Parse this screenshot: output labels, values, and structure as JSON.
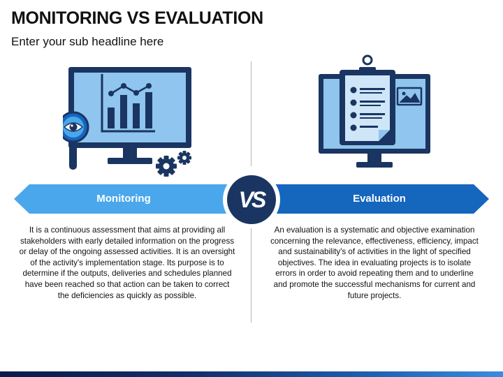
{
  "title": "MONITORING VS EVALUATION",
  "subtitle": "Enter your sub headline here",
  "left": {
    "label": "Monitoring",
    "text": "It is a continuous assessment that aims at providing all stakeholders with early detailed information on the progress or delay of the ongoing assessed activities. It is an oversight of the activity's implementation stage. Its purpose is to determine if the outputs, deliveries and schedules planned have been reached so that action can be taken to correct the deficiencies as quickly as possible.",
    "icons": [
      "monitor-icon",
      "bar-chart-icon",
      "magnifier-eye-icon",
      "gears-icon"
    ]
  },
  "right": {
    "label": "Evaluation",
    "text": "An evaluation is a systematic and objective examination concerning the relevance, effectiveness, efficiency, impact and sustainability's of activities in the light of specified objectives. The idea in evaluating projects is to isolate errors in order to avoid repeating them and to underline and promote the successful mechanisms for current and future projects.",
    "icons": [
      "monitor-icon",
      "clipboard-checklist-icon",
      "image-icon"
    ]
  },
  "vs_text": "VS",
  "colors": {
    "dark_navy": "#1a3561",
    "screen_light_blue": "#8fc5ee",
    "banner_light": "#4aa7ec",
    "banner_dark": "#1566bd",
    "text": "#111111"
  }
}
